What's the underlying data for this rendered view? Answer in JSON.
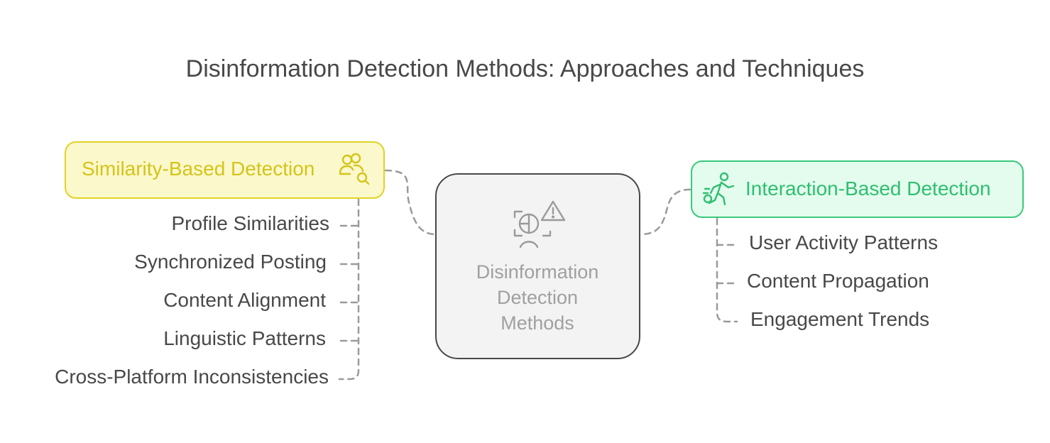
{
  "title": "Disinformation Detection Methods: Approaches and Techniques",
  "center": {
    "label_lines": [
      "Disinformation",
      "Detection",
      "Methods"
    ],
    "icon": "face-scan-warning-icon",
    "border_color": "#484848",
    "fill_color": "#f3f3f3"
  },
  "left_branch": {
    "label": "Similarity-Based Detection",
    "icon": "users-search-icon",
    "accent_color": "#dfd324",
    "fill_color": "#fbf8cc",
    "items": [
      "Profile Similarities",
      "Synchronized Posting",
      "Content Alignment",
      "Linguistic Patterns",
      "Cross-Platform Inconsistencies"
    ]
  },
  "right_branch": {
    "label": "Interaction-Based Detection",
    "icon": "running-person-icon",
    "accent_color": "#39c97c",
    "fill_color": "#e4fcee",
    "items": [
      "User Activity Patterns",
      "Content Propagation",
      "Engagement Trends"
    ]
  }
}
